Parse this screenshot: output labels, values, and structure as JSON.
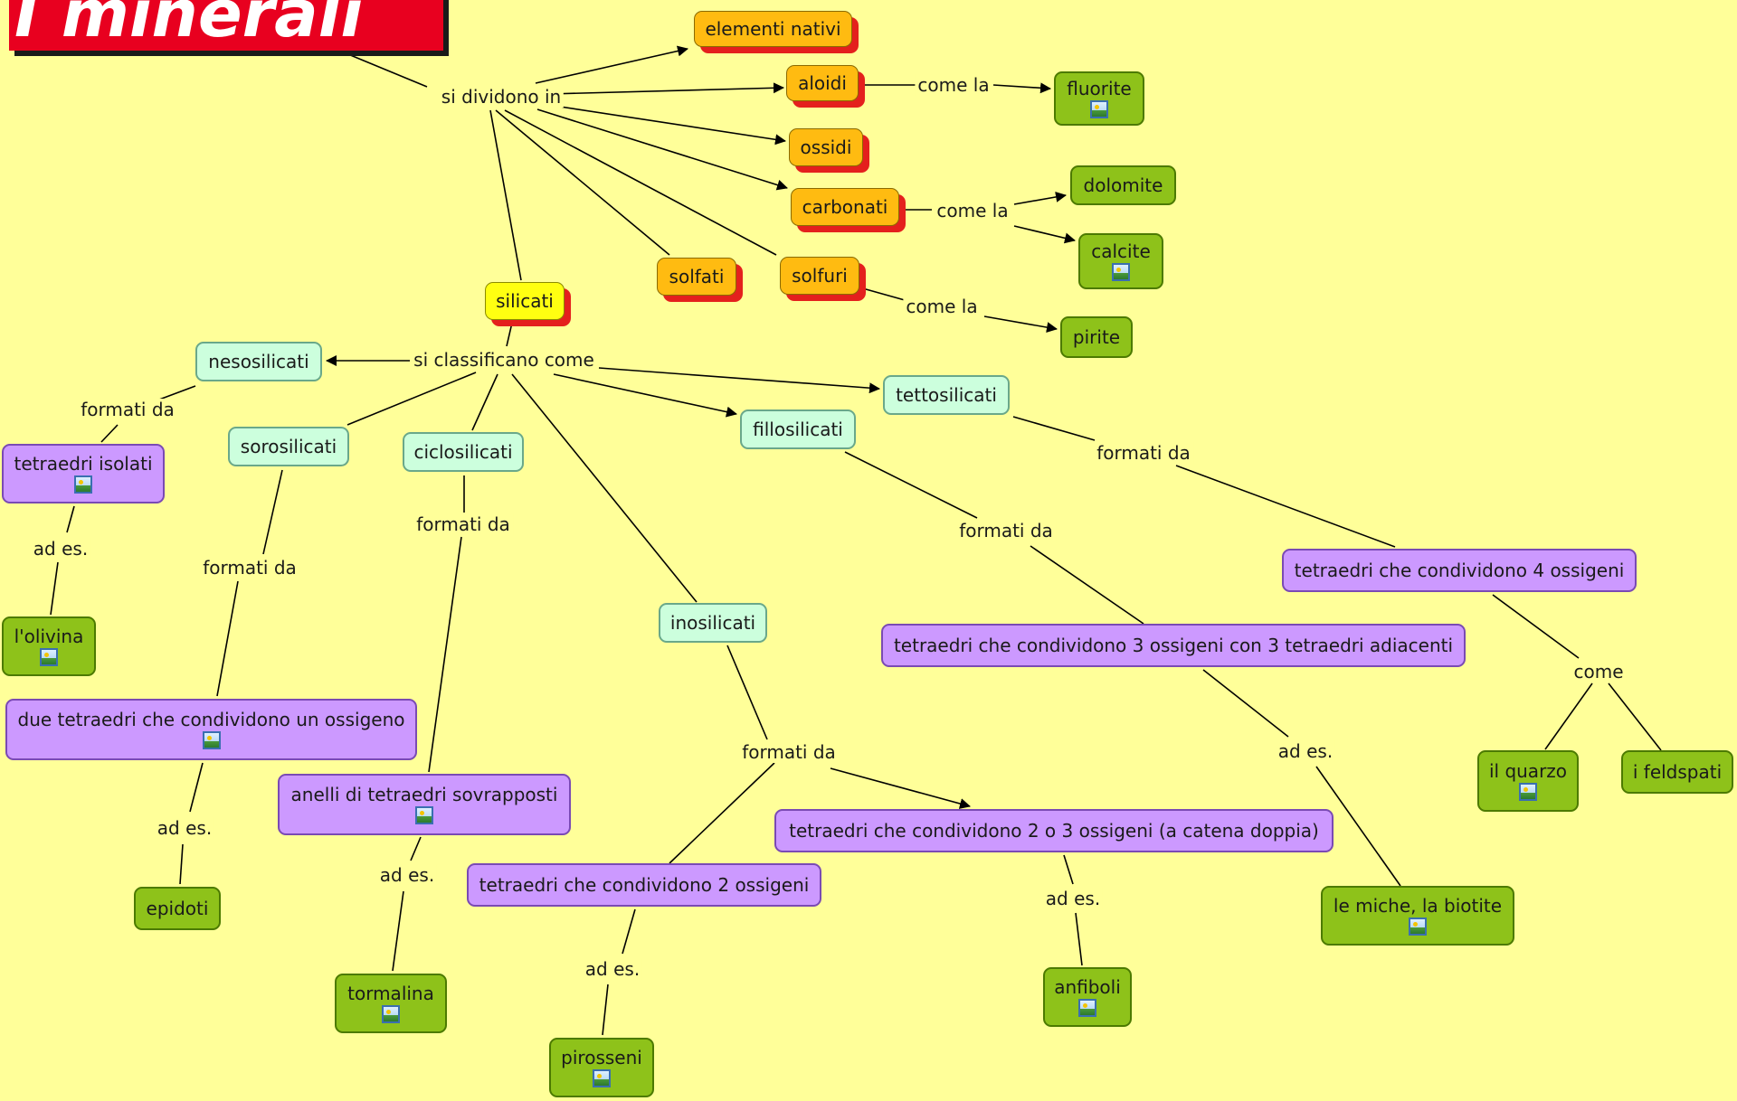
{
  "title": "I minerali",
  "nodes": {
    "elementi_nativi": {
      "label": "elementi nativi",
      "color": "#ffbb11"
    },
    "aloidi": {
      "label": "aloidi",
      "color": "#ffbb11"
    },
    "ossidi": {
      "label": "ossidi",
      "color": "#ffbb11"
    },
    "carbonati": {
      "label": "carbonati",
      "color": "#ffbb11"
    },
    "solfati": {
      "label": "solfati",
      "color": "#ffbb11"
    },
    "solfuri": {
      "label": "solfuri",
      "color": "#ffbb11"
    },
    "silicati": {
      "label": "silicati",
      "color": "#ffff11"
    },
    "fluorite": {
      "label": "fluorite",
      "color": "#8ec21a"
    },
    "dolomite": {
      "label": "dolomite",
      "color": "#8ec21a"
    },
    "calcite": {
      "label": "calcite",
      "color": "#8ec21a"
    },
    "pirite": {
      "label": "pirite",
      "color": "#8ec21a"
    },
    "nesosilicati": {
      "label": "nesosilicati",
      "color": "#ccffdd"
    },
    "sorosilicati": {
      "label": "sorosilicati",
      "color": "#ccffdd"
    },
    "ciclosilicati": {
      "label": "ciclosilicati",
      "color": "#ccffdd"
    },
    "inosilicati": {
      "label": "inosilicati",
      "color": "#ccffdd"
    },
    "fillosilicati": {
      "label": "fillosilicati",
      "color": "#ccffdd"
    },
    "tettosilicati": {
      "label": "tettosilicati",
      "color": "#ccffdd"
    },
    "tetraedri_isolati": {
      "label": "tetraedri isolati",
      "color": "#cc99ff"
    },
    "due_tetraedri": {
      "label": "due tetraedri che condividono un ossigeno",
      "color": "#cc99ff"
    },
    "anelli": {
      "label": "anelli di tetraedri sovrapposti",
      "color": "#cc99ff"
    },
    "tetraedri_2": {
      "label": "tetraedri che condividono 2 ossigeni",
      "color": "#cc99ff"
    },
    "tetraedri_2o3": {
      "label": "tetraedri che condividono 2 o 3 ossigeni (a catena doppia)",
      "color": "#cc99ff"
    },
    "tetraedri_3": {
      "label": "tetraedri che condividono 3 ossigeni con 3 tetraedri adiacenti",
      "color": "#cc99ff"
    },
    "tetraedri_4": {
      "label": "tetraedri che condividono 4 ossigeni",
      "color": "#cc99ff"
    },
    "olivina": {
      "label": "l'olivina",
      "color": "#8ec21a"
    },
    "epidoti": {
      "label": "epidoti",
      "color": "#8ec21a"
    },
    "tormalina": {
      "label": "tormalina",
      "color": "#8ec21a"
    },
    "pirosseni": {
      "label": "pirosseni",
      "color": "#8ec21a"
    },
    "anfiboli": {
      "label": "anfiboli",
      "color": "#8ec21a"
    },
    "miche": {
      "label": "le miche, la biotite",
      "color": "#8ec21a"
    },
    "quarzo": {
      "label": "il quarzo",
      "color": "#8ec21a"
    },
    "feldspati": {
      "label": "i feldspati",
      "color": "#8ec21a"
    }
  },
  "links": {
    "si_dividono_in": "si dividono in",
    "come_la_1": "come la",
    "come_la_2": "come la",
    "come_la_3": "come la",
    "si_classificano_come": "si classificano come",
    "formati_da_neso": "formati da",
    "formati_da_soro": "formati da",
    "formati_da_ciclo": "formati da",
    "formati_da_ino": "formati da",
    "formati_da_fillo": "formati da",
    "formati_da_tetto": "formati da",
    "ad_es_neso": "ad es.",
    "ad_es_soro": "ad es.",
    "ad_es_ciclo": "ad es.",
    "ad_es_ino2": "ad es.",
    "ad_es_ino23": "ad es.",
    "ad_es_fillo": "ad es.",
    "come": "come"
  },
  "edge_color": "#000000"
}
